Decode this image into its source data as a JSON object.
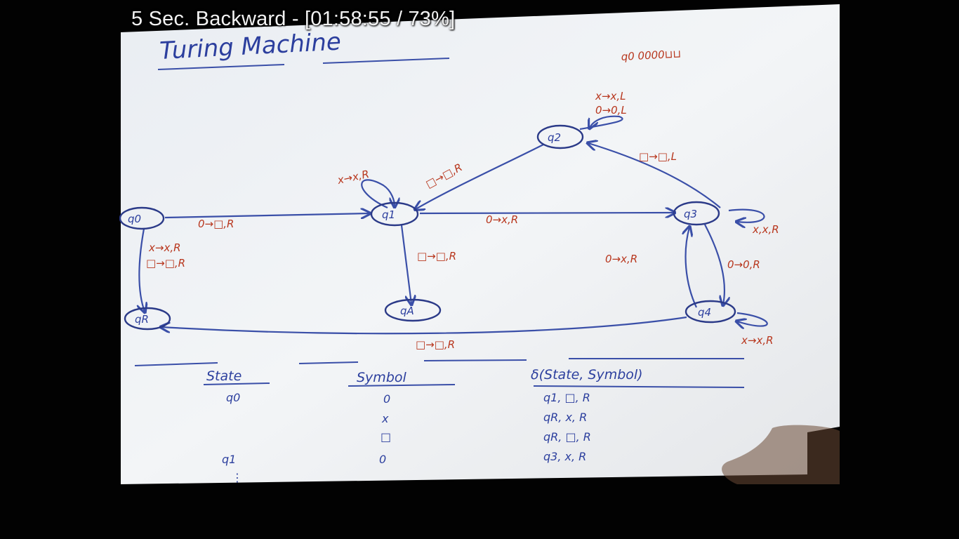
{
  "osd": {
    "text": "5 Sec. Backward - [01:58:55 / 73%]"
  },
  "notes": {
    "title": "Turing Machine",
    "input_tape": "q0 0000⊔⊔"
  },
  "states": {
    "q0": "q0",
    "q1": "q1",
    "q2": "q2",
    "q3": "q3",
    "q4": "q4",
    "qA": "qA",
    "qR": "qR"
  },
  "transitions": {
    "q0_q1": "0→□,R",
    "q0_qR": [
      "x→x,R",
      "□→□,R"
    ],
    "q1_loop": "x→x,R",
    "q1_qA": "□→□,R",
    "q1_q3": "0→x,R",
    "q2_q1": "□→□,R",
    "q2_loop": [
      "x→x,L",
      "0→0,L"
    ],
    "q3_q2": "□→□,L",
    "q3_loop": "x,x,R",
    "q3_q4": "0→0,R",
    "q4_q3": "0→x,R",
    "q4_loop": "x→x,R",
    "q4_qR": "□→□,R"
  },
  "table": {
    "headers": [
      "State",
      "Symbol",
      "δ(State, Symbol)"
    ],
    "rows": [
      {
        "state": "q0",
        "symbol": "0",
        "result": "q1, □, R"
      },
      {
        "state": "",
        "symbol": "x",
        "result": "qR, x, R"
      },
      {
        "state": "",
        "symbol": "□",
        "result": "qR, □, R"
      },
      {
        "state": "q1",
        "symbol": "0",
        "result": "q3, x, R"
      }
    ],
    "ellipsis": "⋮"
  }
}
